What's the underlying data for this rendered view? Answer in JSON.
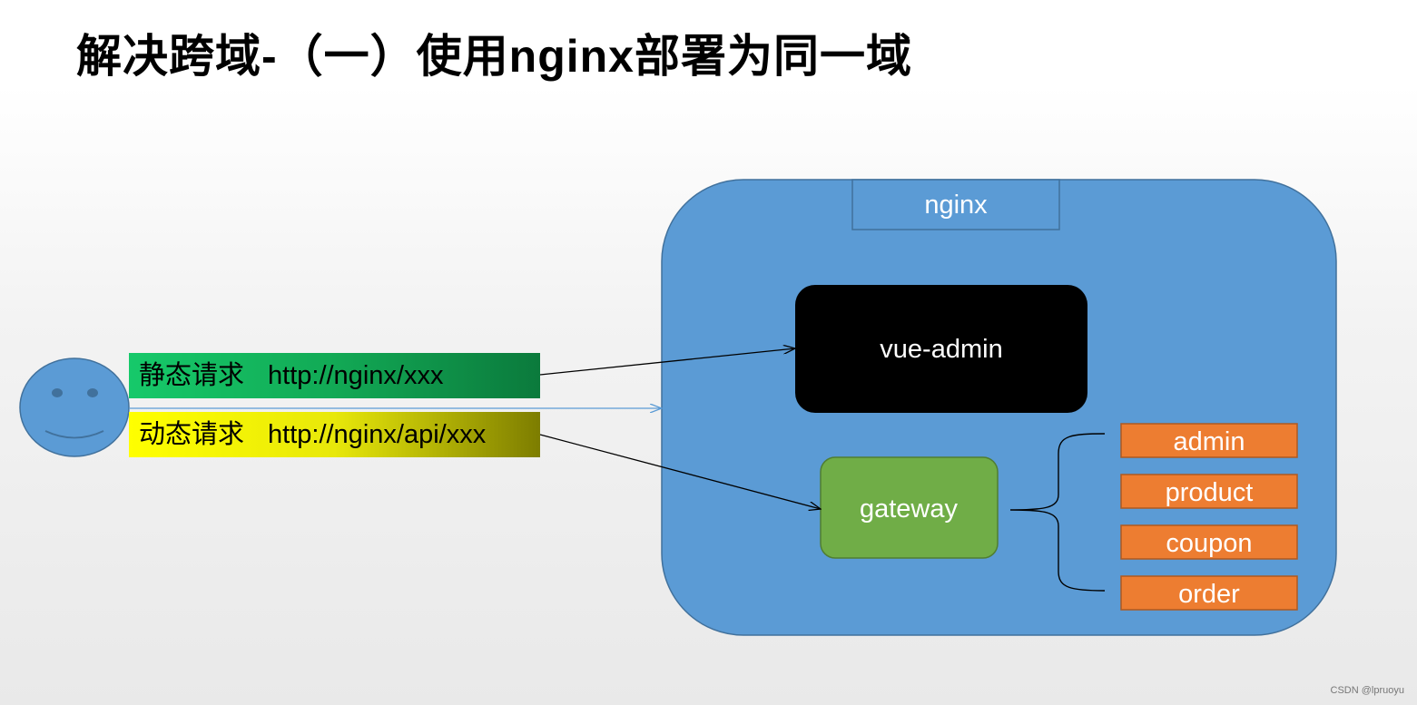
{
  "title": "解决跨域-（一）使用nginx部署为同一域",
  "user": {
    "icon": "smiley-face-icon"
  },
  "requests": [
    {
      "type": "静态请求",
      "url": "http://nginx/xxx"
    },
    {
      "type": "动态请求",
      "url": "http://nginx/api/xxx"
    }
  ],
  "nginx": {
    "label": "nginx",
    "children": {
      "vue_admin": "vue-admin",
      "gateway": "gateway"
    }
  },
  "services": [
    "admin",
    "product",
    "coupon",
    "order"
  ],
  "watermark": "CSDN @lpruoyu",
  "colors": {
    "nginx_fill": "#5b9bd5",
    "nginx_border": "#41719c",
    "vue_admin_fill": "#000000",
    "gateway_fill": "#70ad47",
    "service_fill": "#ed7d31",
    "static_request": "#12a955",
    "dynamic_request": "#ffff00",
    "user_fill": "#5b9bd5"
  }
}
